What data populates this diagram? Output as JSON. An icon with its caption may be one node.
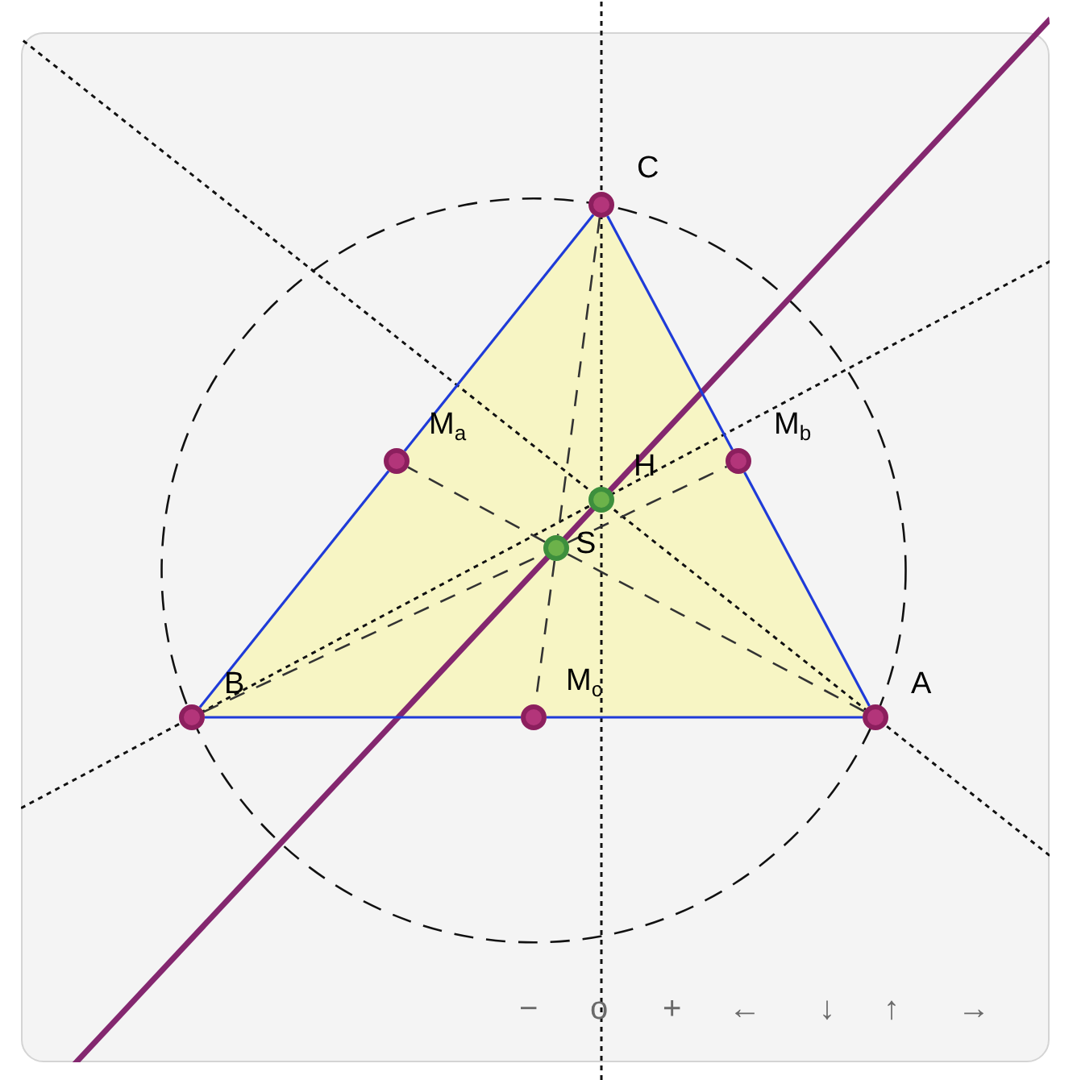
{
  "diagram": {
    "nodes": [
      {
        "text": [],
        "shape": "circle",
        "beside": [
          "C"
        ]
      },
      {
        "text": [],
        "shape": "circle",
        "beside": [
          "M$_{a}$"
        ]
      },
      {
        "text": [],
        "shape": "circle",
        "beside": [
          "M$_{b}$"
        ]
      },
      {
        "text": [],
        "shape": "circle",
        "beside": [
          "H"
        ]
      },
      {
        "text": [],
        "shape": "circle",
        "beside": [
          "S"
        ]
      },
      {
        "text": [],
        "shape": "circle",
        "beside": [
          "B"
        ]
      },
      {
        "text": [],
        "shape": "circle",
        "beside": [
          "M$_{c}$"
        ]
      },
      {
        "text": [],
        "shape": "circle",
        "beside": [
          "A"
        ]
      }
    ],
    "edges": [
      {
        "from": 5,
        "to": 6,
        "arrow": "none"
      },
      {
        "from": 6,
        "to": 7,
        "arrow": "none"
      },
      {
        "from": 5,
        "to": 1,
        "arrow": "none"
      },
      {
        "from": 1,
        "to": 0,
        "arrow": "none"
      },
      {
        "from": 0,
        "to": 2,
        "arrow": "none"
      },
      {
        "from": 2,
        "to": 7,
        "arrow": "none"
      },
      {
        "from": 7,
        "to": 4,
        "arrow": "none",
        "style": "dashed",
        "color": "#333333"
      },
      {
        "from": 4,
        "to": 1,
        "arrow": "none",
        "style": "dashed",
        "color": "#333333"
      },
      {
        "from": 5,
        "to": 4,
        "arrow": "none",
        "style": "dashed",
        "color": "#333333"
      },
      {
        "from": 4,
        "to": 2,
        "arrow": "none",
        "style": "dashed",
        "color": "#333333"
      },
      {
        "from": 0,
        "to": 4,
        "arrow": "none",
        "style": "dashed",
        "color": "#333333"
      },
      {
        "from": 4,
        "to": 6,
        "arrow": "none",
        "style": "dashed",
        "color": "#333333"
      }
    ],
    "labels": [
      "−",
      "o",
      "+",
      "←",
      "↓",
      "↑",
      "→"
    ]
  }
}
